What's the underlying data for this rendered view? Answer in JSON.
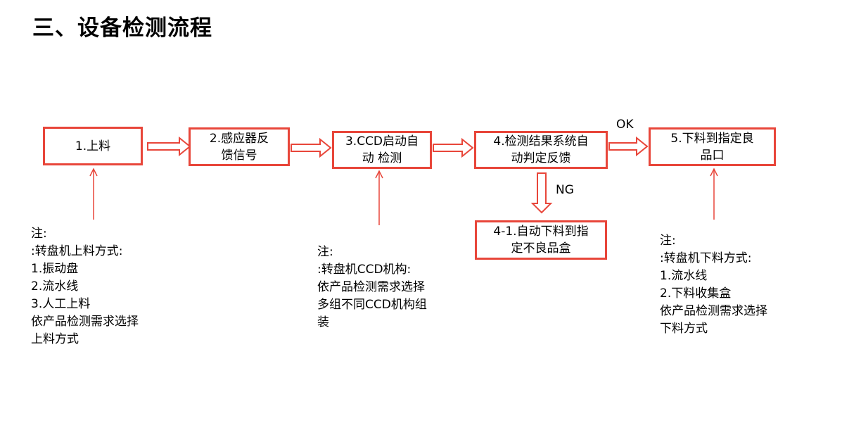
{
  "title": "三、设备检测流程",
  "boxes": {
    "step1": "1.上料",
    "step2_line1": "2.感应器反",
    "step2_line2": "馈信号",
    "step3_line1": "3.CCD启动自",
    "step3_line2": "动 检测",
    "step4_line1": "4.检测结果系统自",
    "step4_line2": "动判定反馈",
    "step5_line1": "5.下料到指定良",
    "step5_line2": "品口",
    "step41_line1": "4-1.自动下料到指",
    "step41_line2": "定不良品盒"
  },
  "branch_labels": {
    "ok": "OK",
    "ng": "NG"
  },
  "notes": {
    "loading": [
      "注:",
      ":转盘机上料方式:",
      "1.振动盘",
      "2.流水线",
      "3.人工上料",
      "依产品检测需求选择",
      "上料方式"
    ],
    "ccd": [
      "注:",
      ":转盘机CCD机构:",
      "依产品检测需求选择",
      "多组不同CCD机构组",
      "装"
    ],
    "unloading": [
      "注:",
      ":转盘机下料方式:",
      "1.流水线",
      "2.下料收集盒",
      "依产品检测需求选择",
      "下料方式"
    ]
  },
  "colors": {
    "accent": "#e8463a"
  }
}
